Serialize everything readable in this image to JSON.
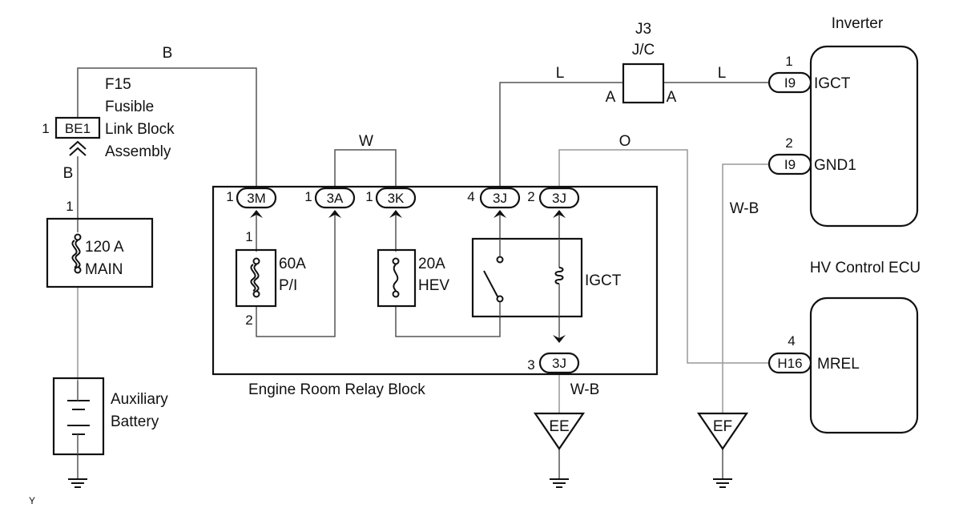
{
  "components": {
    "fusible_link": {
      "ref": "F15",
      "name_lines": [
        "Fusible",
        "Link Block",
        "Assembly"
      ],
      "connector": "BE1",
      "pin": "1"
    },
    "main_fuse": {
      "pin": "1",
      "rating": "120 A",
      "name": "MAIN"
    },
    "battery": {
      "name_lines": [
        "Auxiliary",
        "Battery"
      ]
    },
    "relay_block": {
      "name": "Engine Room Relay Block",
      "connectors": [
        {
          "pin": "1",
          "id": "3M"
        },
        {
          "pin": "1",
          "id": "3A"
        },
        {
          "pin": "1",
          "id": "3K"
        },
        {
          "pin": "4",
          "id": "3J"
        },
        {
          "pin": "2",
          "id": "3J"
        },
        {
          "pin": "3",
          "id": "3J"
        }
      ],
      "pi_fuse": {
        "rating": "60A",
        "name": "P/I",
        "pin_top": "1",
        "pin_bottom": "2"
      },
      "hev_fuse": {
        "rating": "20A",
        "name": "HEV"
      },
      "relay_name": "IGCT"
    },
    "junction": {
      "ref": "J3",
      "name": "J/C",
      "pin_left": "A",
      "pin_right": "A"
    },
    "inverter": {
      "name": "Inverter",
      "pins": [
        {
          "pin": "1",
          "connector": "I9",
          "signal": "IGCT"
        },
        {
          "pin": "2",
          "connector": "I9",
          "signal": "GND1"
        }
      ]
    },
    "hv_ecu": {
      "name": "HV Control ECU",
      "pins": [
        {
          "pin": "4",
          "connector": "H16",
          "signal": "MREL"
        }
      ]
    },
    "grounds": [
      "EE",
      "EF"
    ]
  },
  "wire_colors": {
    "top": "B",
    "left": "B",
    "bridge": "W",
    "to_jc": "L",
    "jc_to_inverter": "L",
    "mrel": "O",
    "gnd1": "W-B",
    "relay_ground": "W-B"
  },
  "corner_mark": "Y"
}
